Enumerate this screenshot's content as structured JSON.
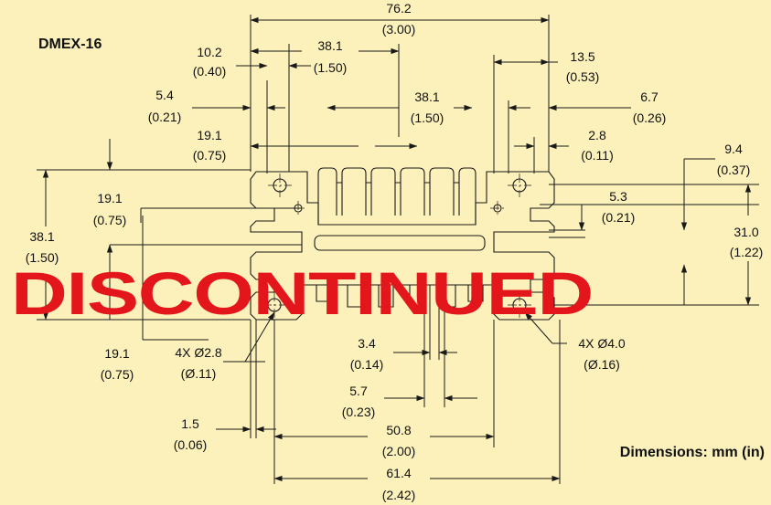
{
  "model": "DMEX-16",
  "note": "Dimensions: mm (in)",
  "stamp": "DISCONTINUED",
  "colors": {
    "background": "#fcf1bb",
    "stamp": "#e3161c",
    "lines": "#1a1a1a"
  },
  "dims": {
    "overall_w": {
      "mm": "76.2",
      "in": "(3.00)"
    },
    "half_w_top": {
      "mm": "38.1",
      "in": "(1.50)"
    },
    "half_w_mid": {
      "mm": "38.1",
      "in": "(1.50)"
    },
    "offset_10_2": {
      "mm": "10.2",
      "in": "(0.40)"
    },
    "offset_13_5": {
      "mm": "13.5",
      "in": "(0.53)"
    },
    "offset_5_4": {
      "mm": "5.4",
      "in": "(0.21)"
    },
    "offset_6_7": {
      "mm": "6.7",
      "in": "(0.26)"
    },
    "offset_19_1_top": {
      "mm": "19.1",
      "in": "(0.75)"
    },
    "offset_2_8": {
      "mm": "2.8",
      "in": "(0.11)"
    },
    "offset_9_4": {
      "mm": "9.4",
      "in": "(0.37)"
    },
    "height_38_1": {
      "mm": "38.1",
      "in": "(1.50)"
    },
    "offset_19_1_left": {
      "mm": "19.1",
      "in": "(0.75)"
    },
    "offset_5_3": {
      "mm": "5.3",
      "in": "(0.21)"
    },
    "height_31_0": {
      "mm": "31.0",
      "in": "(1.22)"
    },
    "offset_19_1_bottom": {
      "mm": "19.1",
      "in": "(0.75)"
    },
    "holes_small": {
      "mm": "4X Ø2.8",
      "in": "(Ø.11)"
    },
    "holes_large": {
      "mm": "4X Ø4.0",
      "in": "(Ø.16)"
    },
    "slot_3_4": {
      "mm": "3.4",
      "in": "(0.14)"
    },
    "slot_5_7": {
      "mm": "5.7",
      "in": "(0.23)"
    },
    "offset_1_5": {
      "mm": "1.5",
      "in": "(0.06)"
    },
    "width_50_8": {
      "mm": "50.8",
      "in": "(2.00)"
    },
    "width_61_4": {
      "mm": "61.4",
      "in": "(2.42)"
    }
  }
}
